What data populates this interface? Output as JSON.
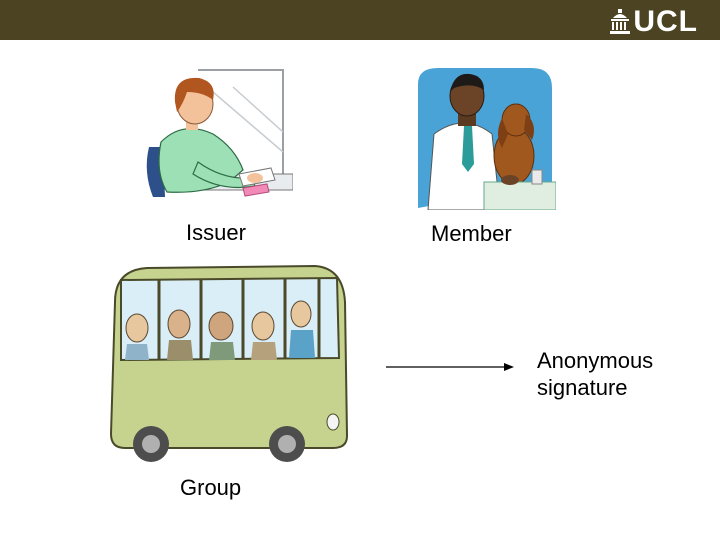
{
  "header": {
    "brand_color": "#4b4321",
    "logo_text": "UCL",
    "logo_icon": "portico-icon"
  },
  "slide": {
    "issuer_label": "Issuer",
    "member_label": "Member",
    "group_label": "Group",
    "anonymous_line1": "Anonymous",
    "anonymous_line2": "signature"
  },
  "illustrations": {
    "issuer": "woman-writing-clipart",
    "member": "vet-with-dog-clipart",
    "group": "bus-clipart",
    "arrow": "arrow-right-icon"
  }
}
